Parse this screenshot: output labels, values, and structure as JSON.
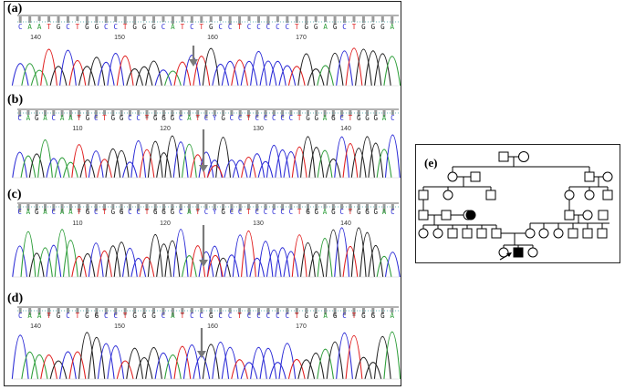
{
  "panels": [
    {
      "label": "(a)",
      "sequence": "CAATGCTGGCCTGGGCATCTGCCTCCCCCTGGAGCTGGGA",
      "ticks": [
        "140",
        "150",
        "160",
        "170"
      ]
    },
    {
      "label": "(b)",
      "sequence": "CAGACAATGCTGGCCTGGGCATCYGCCTCCCCCTGGAGCTGGGAC",
      "ticks": [
        "110",
        "120",
        "130",
        "140"
      ]
    },
    {
      "label": "(c)",
      "sequence": "CAGACAATGCTGGCCTGGGCATCYGCCTCCCCCTGGAGCTGGGAC",
      "ticks": [
        "110",
        "120",
        "130",
        "140"
      ]
    },
    {
      "label": "(d)",
      "sequence": "CAATGCTGGCCTGGGCATCCGCCTCCCCCTGGAGCTGGGA",
      "ticks": [
        "140",
        "150",
        "160",
        "170"
      ]
    }
  ],
  "pedigree": {
    "label": "(e)"
  },
  "colors": {
    "A": "#2e9e3a",
    "C": "#2b2bd6",
    "G": "#222222",
    "T": "#e02020",
    "Y": "#2b2bd6",
    "arrow": "#7a7a7a"
  }
}
